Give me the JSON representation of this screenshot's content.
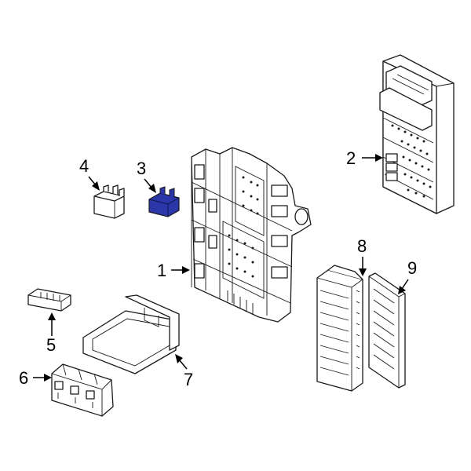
{
  "highlight_color": "#2b37a8",
  "outline_color": "#1a1a1a",
  "parts": [
    {
      "id": "1",
      "label": "1",
      "name": "fuse-box"
    },
    {
      "id": "2",
      "label": "2",
      "name": "control-module"
    },
    {
      "id": "3",
      "label": "3",
      "name": "relay-highlighted"
    },
    {
      "id": "4",
      "label": "4",
      "name": "relay"
    },
    {
      "id": "5",
      "label": "5",
      "name": "small-connector"
    },
    {
      "id": "6",
      "label": "6",
      "name": "connector-block"
    },
    {
      "id": "7",
      "label": "7",
      "name": "cover-tray"
    },
    {
      "id": "8",
      "label": "8",
      "name": "fuse-holder"
    },
    {
      "id": "9",
      "label": "9",
      "name": "fuse-holder-cover"
    }
  ]
}
